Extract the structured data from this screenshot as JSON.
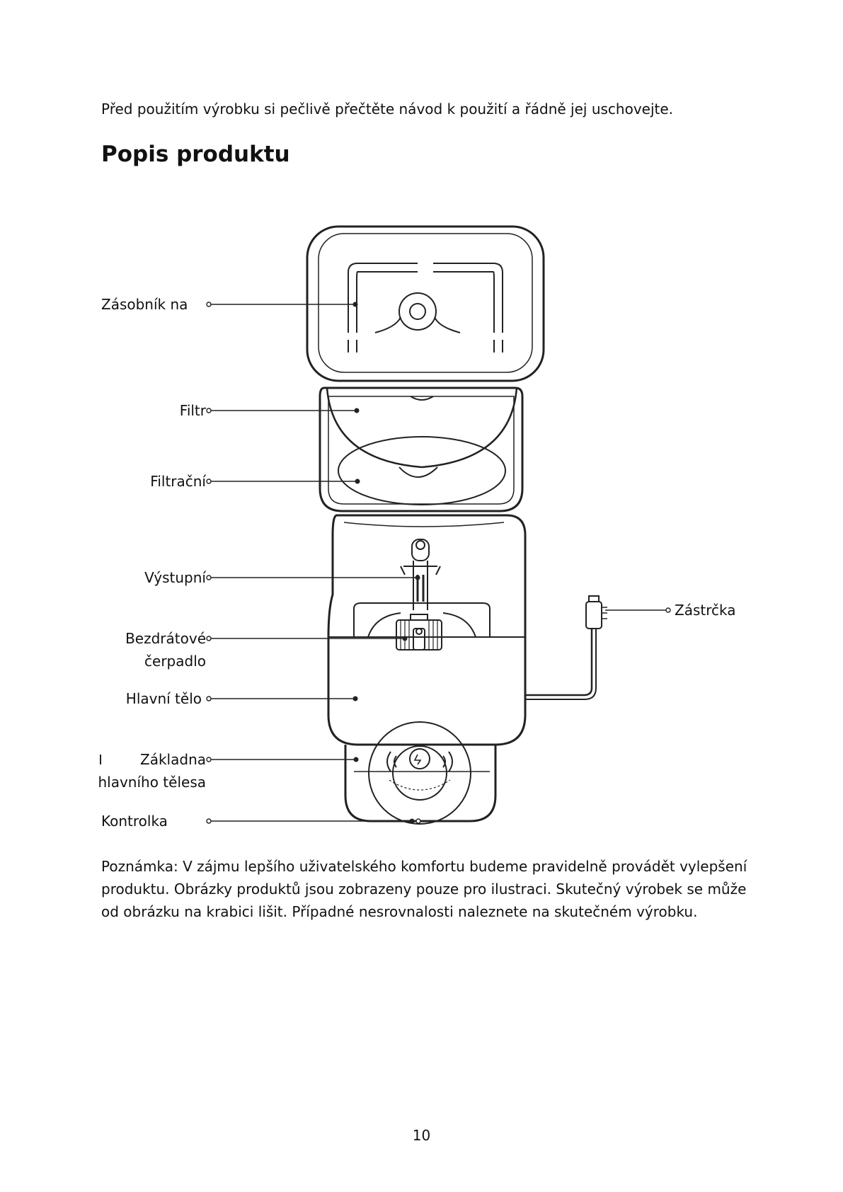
{
  "intro": "Před použitím výrobku si pečlivě přečtěte návod k použití a řádně jej uschovejte.",
  "title": "Popis produktu",
  "labels": {
    "reservoir": "Zásobník na",
    "filter": "Filtr",
    "filter_tray": "Filtrační",
    "outlet": "Výstupní",
    "pump_1": "Bezdrátové",
    "pump_2": "čerpadlo",
    "main_body": "Hlavní tělo",
    "base_1": "Základna",
    "base_2": "hlavního tělesa",
    "indicator": "Kontrolka",
    "plug": "Zástrčka"
  },
  "note": "Poznámka: V zájmu lepšího uživatelského komfortu budeme pravidelně provádět vylepšení produktu. Obrázky produktů jsou zobrazeny pouze pro ilustraci. Skutečný výrobek se může od obrázku na krabici lišit. Případné nesrovnalosti naleznete na skutečném výrobku.",
  "page_number": "10"
}
